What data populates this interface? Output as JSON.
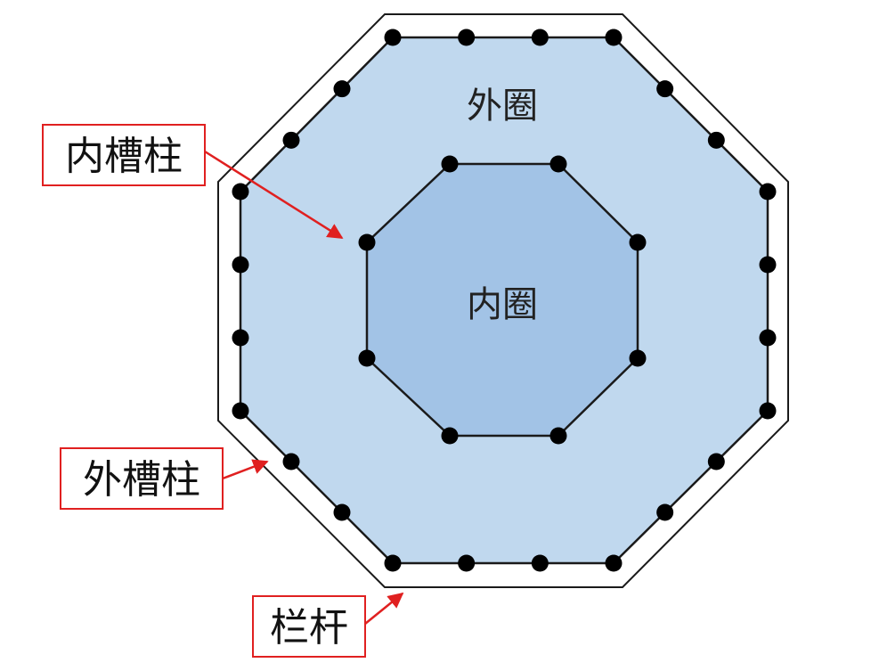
{
  "labels": {
    "outer_zone": "外圈",
    "inner_zone": "内圈",
    "inner_column": "内槽柱",
    "outer_column": "外槽柱",
    "railing": "栏杆"
  },
  "colors": {
    "outer_fill": "#c0d8ee",
    "inner_fill": "#a2c3e6",
    "stroke": "#1a1a1a",
    "dot": "#000000",
    "callout": "#e02020"
  }
}
